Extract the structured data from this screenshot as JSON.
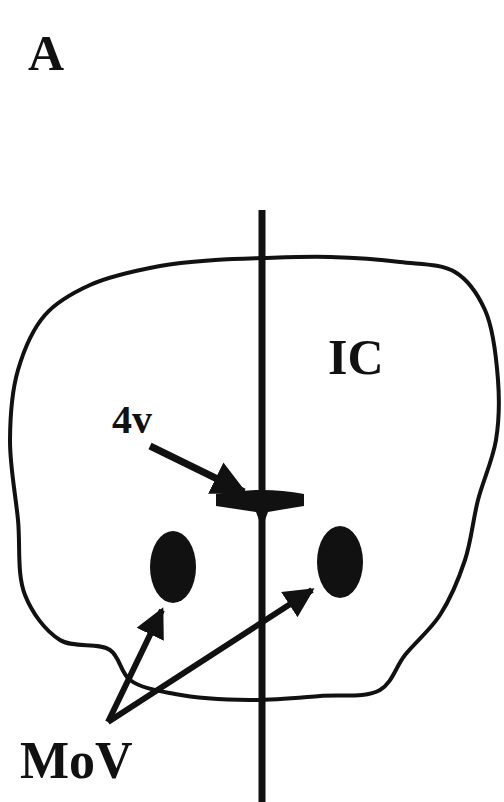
{
  "diagram": {
    "labels": [
      "A",
      "4v",
      "IC",
      "MoV"
    ]
  }
}
